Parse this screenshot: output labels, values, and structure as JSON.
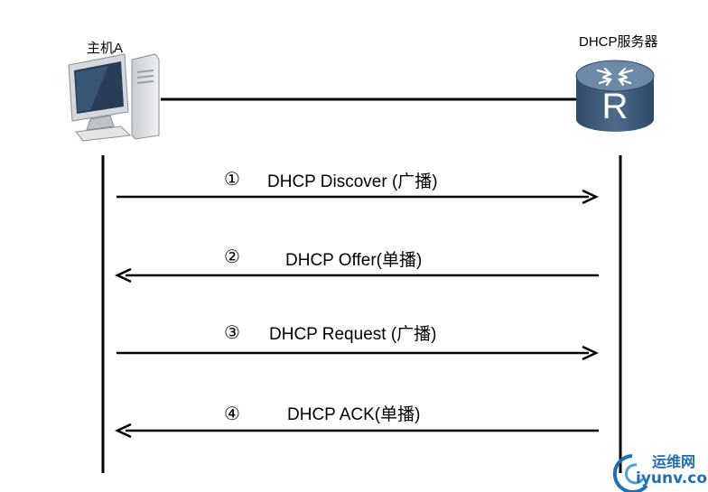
{
  "host": {
    "label": "主机A",
    "icon": "desktop-pc-icon"
  },
  "server": {
    "label": "DHCP服务器",
    "icon": "router-icon",
    "glyph": "R"
  },
  "messages": [
    {
      "number": "①",
      "text": "DHCP Discover (广播)",
      "direction": "right"
    },
    {
      "number": "②",
      "text": "DHCP Offer(单播)",
      "direction": "left"
    },
    {
      "number": "③",
      "text": "DHCP Request (广播)",
      "direction": "right"
    },
    {
      "number": "④",
      "text": "DHCP ACK(单播)",
      "direction": "left"
    }
  ],
  "watermark": {
    "brand": "运维网",
    "domain": "iyunv.com"
  },
  "colors": {
    "line": "#000000",
    "router_body": "#3f5a78",
    "router_top": "#6c8aa8",
    "watermark": "#1f6fb3"
  }
}
